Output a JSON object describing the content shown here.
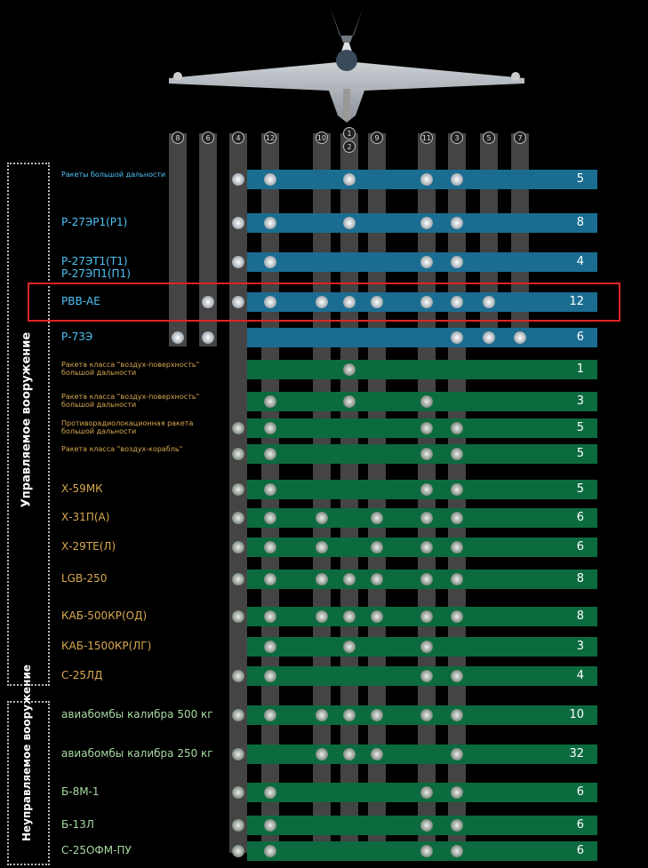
{
  "colors": {
    "blue_band": "#1a6d90",
    "green_band": "#0c6b3e",
    "blue_text": "#4fc3f7",
    "gold_text": "#d8a850",
    "green_text": "#a7d9a2",
    "highlight": "#e02424",
    "column": "#444444"
  },
  "stations": [
    {
      "label": "8"
    },
    {
      "label": "6"
    },
    {
      "label": "4"
    },
    {
      "label": "12"
    },
    {
      "label": "10"
    },
    {
      "label": "1 2"
    },
    {
      "label": "9"
    },
    {
      "label": "11"
    },
    {
      "label": "3"
    },
    {
      "label": "5"
    },
    {
      "label": "7"
    }
  ],
  "groups": {
    "guided": "Управляемое вооружение",
    "unguided": "Неуправляемое вооружение"
  },
  "rows": [
    {
      "name": "Ракеты большой дальности",
      "count": "5",
      "band": "blue",
      "small": true,
      "stations": [
        2,
        3,
        5,
        7,
        8
      ]
    },
    {
      "name": "Р-27ЭР1(Р1)",
      "count": "8",
      "band": "blue",
      "small": false,
      "stations": [
        2,
        3,
        5,
        7,
        8
      ]
    },
    {
      "name": "Р-27ЭТ1(Т1)\nР-27ЭП1(П1)",
      "count": "4",
      "band": "blue",
      "small": false,
      "stations": [
        2,
        3,
        7,
        8
      ]
    },
    {
      "name": "РВВ-АЕ",
      "count": "12",
      "band": "blue",
      "small": false,
      "highlight": true,
      "stations": [
        1,
        2,
        3,
        4,
        5,
        6,
        7,
        8,
        9
      ]
    },
    {
      "name": "Р-73Э",
      "count": "6",
      "band": "blue",
      "small": false,
      "stations": [
        0,
        1,
        8,
        9,
        10
      ]
    },
    {
      "name": "Ракета класса \"воздух-поверхность\"\nбольшой дальности",
      "count": "1",
      "band": "green",
      "small": true,
      "stations": [
        5
      ]
    },
    {
      "name": "Ракета класса \"воздух-поверхность\"\nбольшой дальности",
      "count": "3",
      "band": "green",
      "small": true,
      "stations": [
        3,
        5,
        7
      ]
    },
    {
      "name": "Противорадиолокационная ракета\nбольшой дальности",
      "count": "5",
      "band": "green",
      "small": true,
      "stations": [
        2,
        3,
        7,
        8
      ]
    },
    {
      "name": "Ракета класса \"воздух-корабль\"",
      "count": "5",
      "band": "green",
      "small": true,
      "stations": [
        2,
        3,
        7,
        8
      ]
    },
    {
      "name": "Х-59МК",
      "count": "5",
      "band": "green",
      "small": false,
      "stations": [
        2,
        3,
        7,
        8
      ]
    },
    {
      "name": "Х-31П(А)",
      "count": "6",
      "band": "green",
      "small": false,
      "stations": [
        2,
        3,
        4,
        6,
        7,
        8
      ]
    },
    {
      "name": "Х-29ТЕ(Л)",
      "count": "6",
      "band": "green",
      "small": false,
      "stations": [
        2,
        3,
        4,
        6,
        7,
        8
      ]
    },
    {
      "name": "LGB-250",
      "count": "8",
      "band": "green",
      "small": false,
      "stations": [
        2,
        3,
        4,
        5,
        6,
        7,
        8
      ]
    },
    {
      "name": "КАБ-500КР(ОД)",
      "count": "8",
      "band": "green",
      "small": false,
      "stations": [
        2,
        3,
        4,
        5,
        6,
        7,
        8
      ]
    },
    {
      "name": "КАБ-1500КР(ЛГ)",
      "count": "3",
      "band": "green",
      "small": false,
      "stations": [
        3,
        5,
        7
      ]
    },
    {
      "name": "С-25ЛД",
      "count": "4",
      "band": "green",
      "small": false,
      "stations": [
        2,
        3,
        7,
        8
      ]
    },
    {
      "name": "авиабомбы калибра 500 кг",
      "count": "10",
      "band": "green",
      "small": false,
      "stations": [
        2,
        3,
        4,
        5,
        6,
        7,
        8
      ]
    },
    {
      "name": "авиабомбы калибра 250 кг",
      "count": "32",
      "band": "green",
      "small": false,
      "stations": [
        2,
        4,
        5,
        6,
        8
      ]
    },
    {
      "name": "Б-8М-1",
      "count": "6",
      "band": "green",
      "small": false,
      "stations": [
        2,
        3,
        7,
        8
      ]
    },
    {
      "name": "Б-13Л",
      "count": "6",
      "band": "green",
      "small": false,
      "stations": [
        2,
        3,
        7,
        8
      ]
    },
    {
      "name": "С-25ОФМ-ПУ",
      "count": "6",
      "band": "green",
      "small": false,
      "stations": [
        2,
        3,
        7,
        8
      ]
    }
  ]
}
